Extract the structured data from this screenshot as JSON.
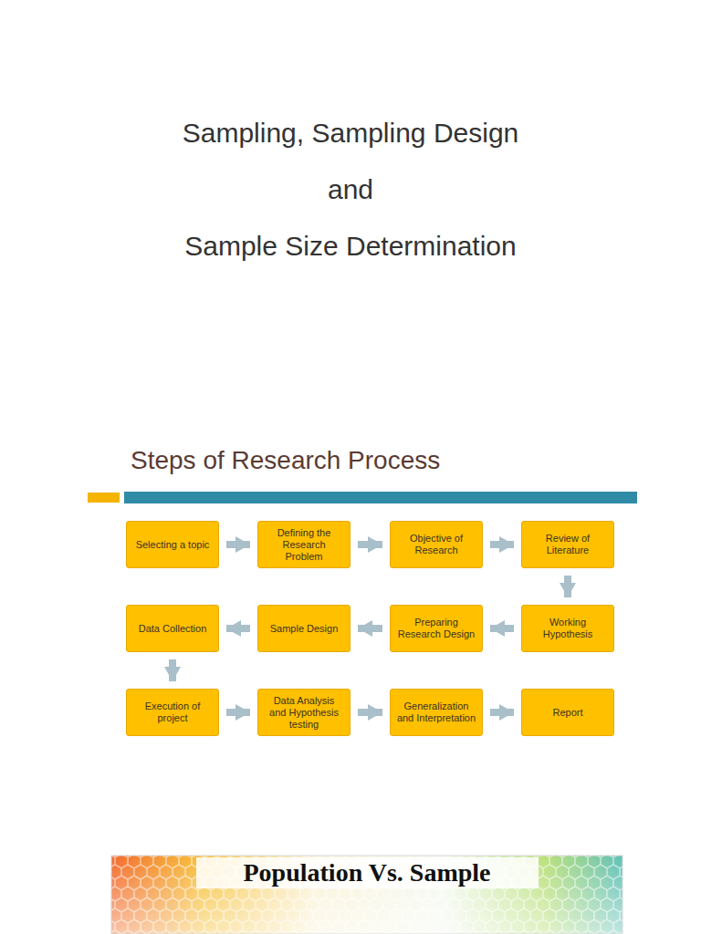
{
  "diagram": {
    "title": "Steps of Research Process",
    "nodes": [
      {
        "text": [
          "Selecting a topic"
        ]
      },
      {
        "text": [
          "Defining the Research Problem"
        ]
      },
      {
        "text": [
          "Objective of Research"
        ]
      },
      {
        "text": [
          "Review of Literature"
        ]
      },
      {
        "text": [
          "Working Hypothesis"
        ]
      },
      {
        "text": [
          "Preparing Research Design"
        ]
      },
      {
        "text": [
          "Sample Design"
        ]
      },
      {
        "text": [
          "Data Collection"
        ]
      },
      {
        "text": [
          "Execution of project"
        ]
      },
      {
        "text": [
          "Data Analysis and Hypothesis testing"
        ]
      },
      {
        "text": [
          "Generalization and Interpretation"
        ]
      },
      {
        "text": [
          "Report"
        ]
      }
    ],
    "edges": [
      {
        "from": 0,
        "to": 1,
        "arrow": "to"
      },
      {
        "from": 1,
        "to": 2,
        "arrow": "to"
      },
      {
        "from": 2,
        "to": 3,
        "arrow": "to"
      },
      {
        "from": 3,
        "to": 4,
        "arrow": "to"
      },
      {
        "from": 4,
        "to": 5,
        "arrow": "to"
      },
      {
        "from": 5,
        "to": 6,
        "arrow": "to"
      },
      {
        "from": 6,
        "to": 7,
        "arrow": "to"
      },
      {
        "from": 7,
        "to": 8,
        "arrow": "to"
      },
      {
        "from": 8,
        "to": 9,
        "arrow": "to"
      },
      {
        "from": 9,
        "to": 10,
        "arrow": "to"
      },
      {
        "from": 10,
        "to": 11,
        "arrow": "to"
      }
    ],
    "labels": [
      "Sampling, Sampling Design",
      "and",
      "Sample Size Determination",
      "Population Vs. Sample"
    ]
  }
}
